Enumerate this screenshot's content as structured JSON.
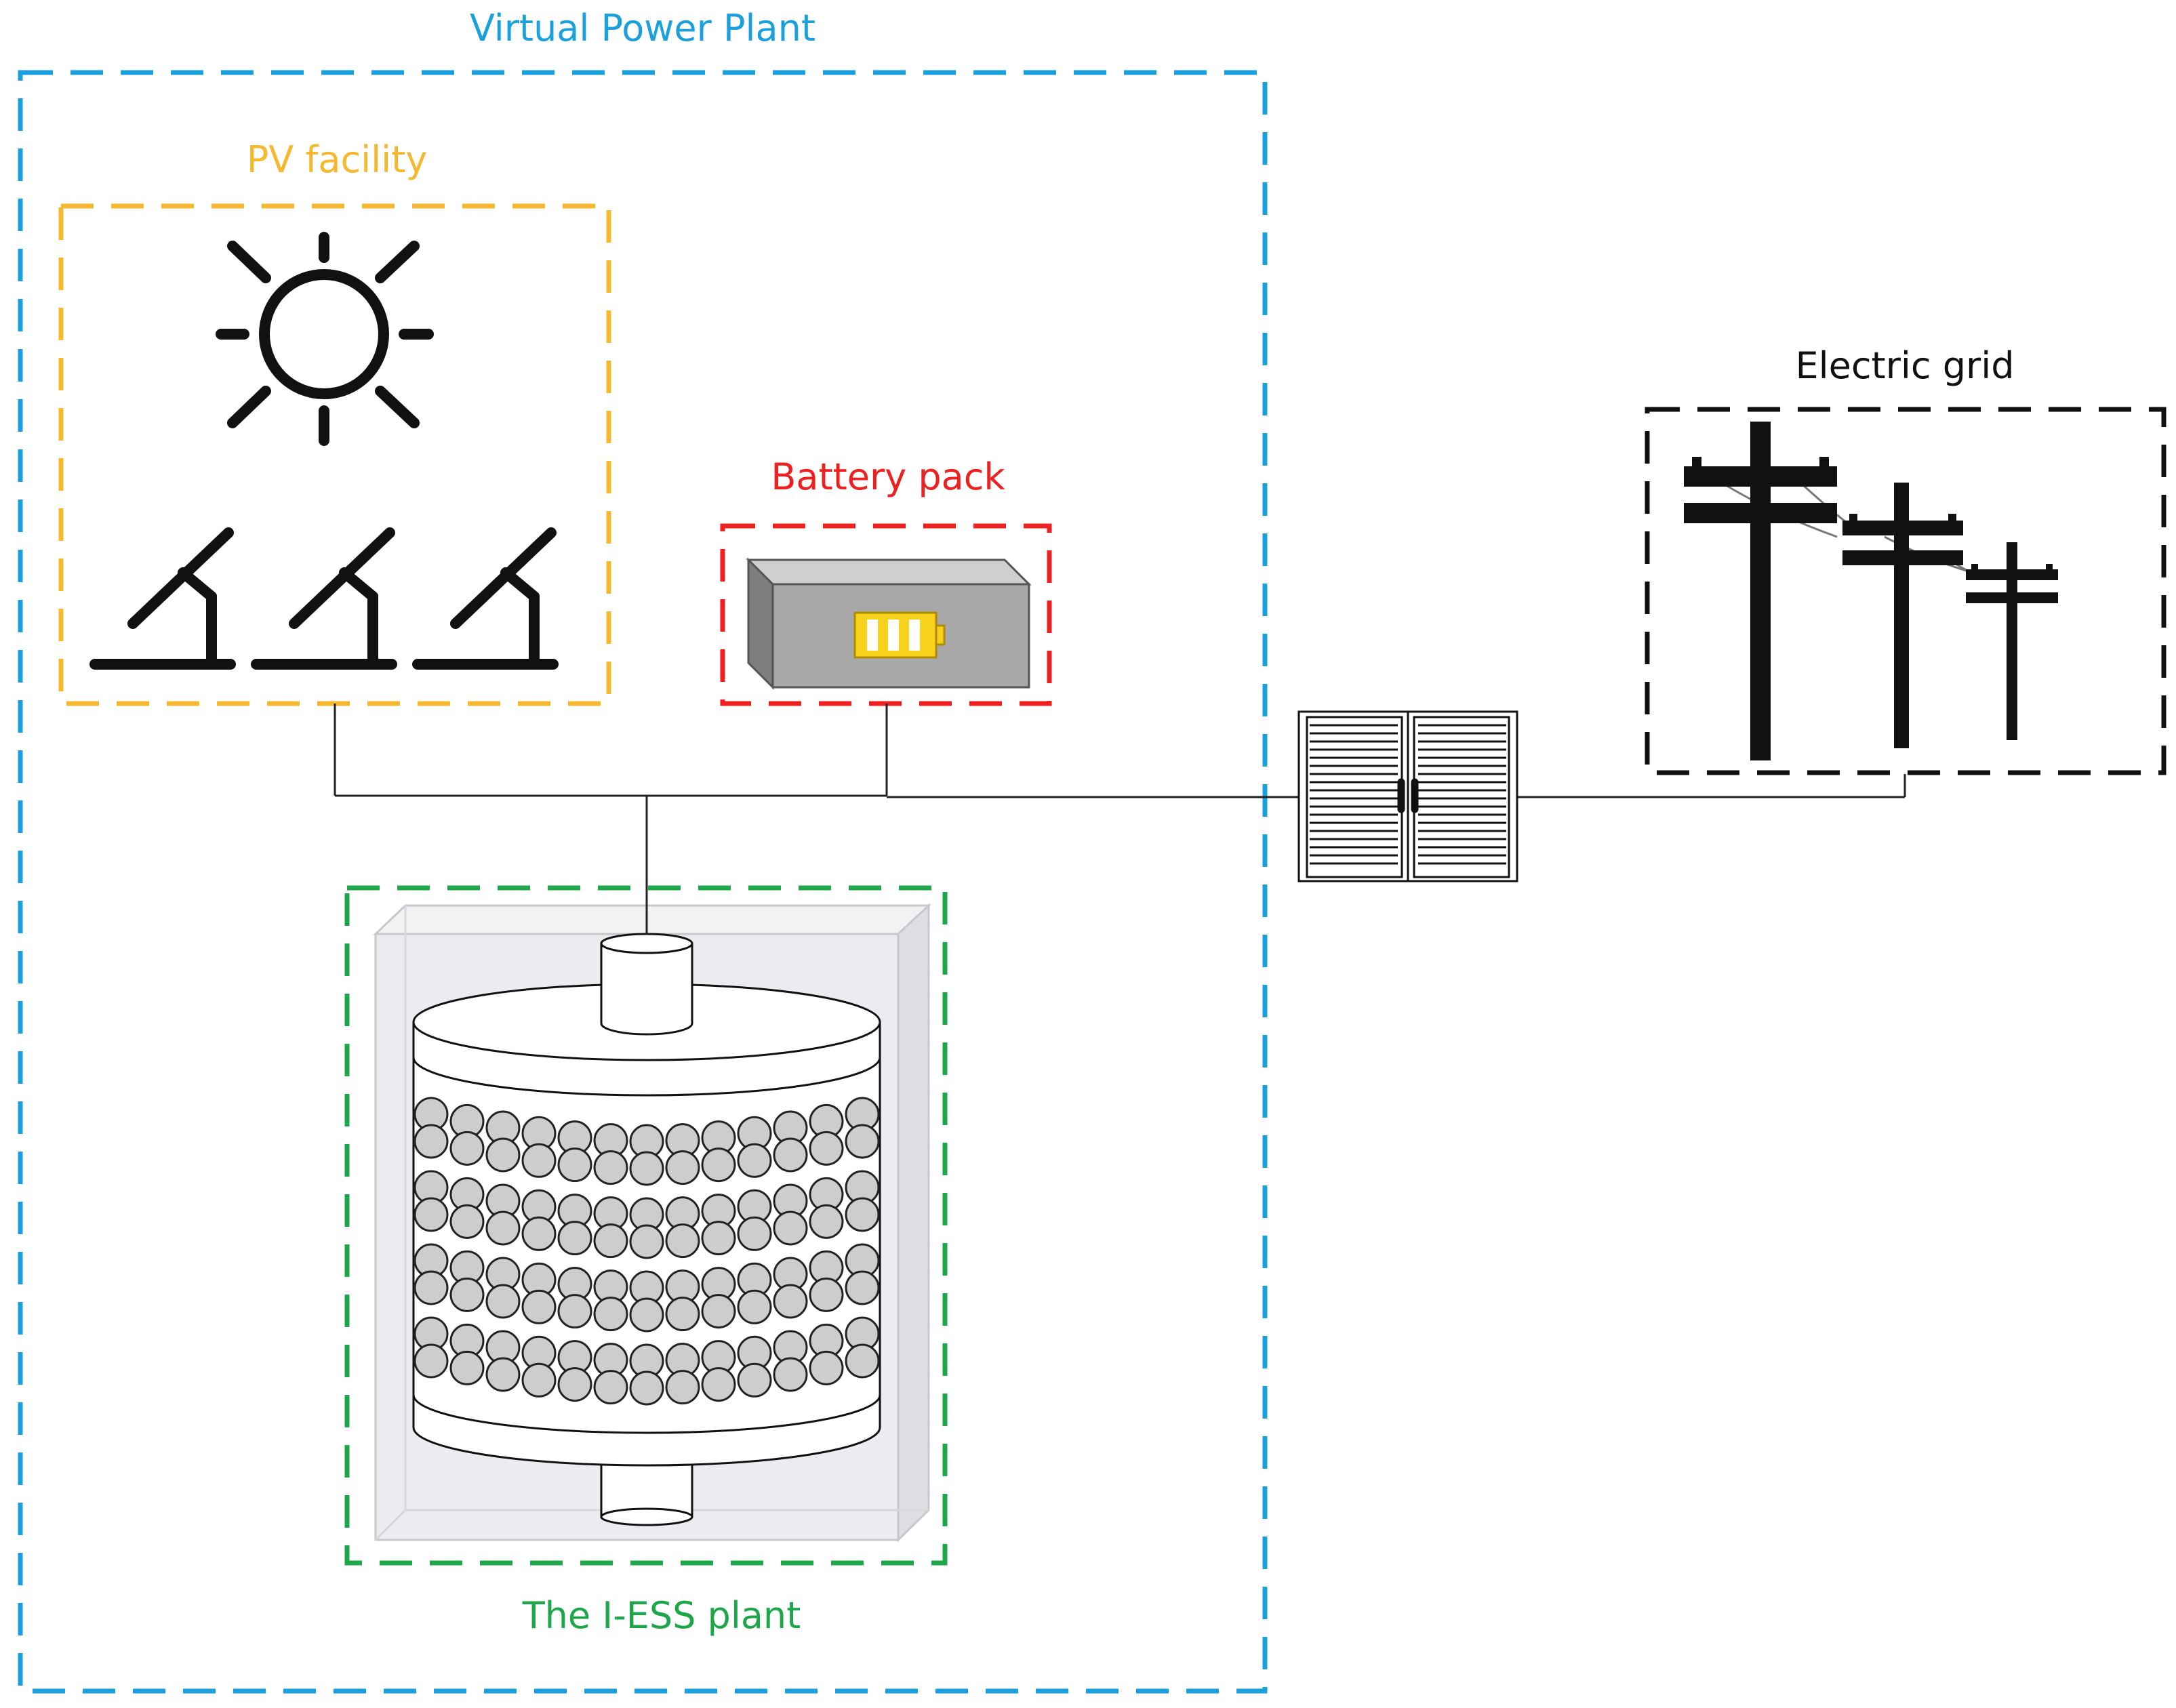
{
  "labels": {
    "vpp": "Virtual Power Plant",
    "pv": "PV facility",
    "battery": "Battery pack",
    "iess": "The I-ESS plant",
    "grid": "Electric grid"
  },
  "colors": {
    "vpp": "#1aa0dc",
    "pv": "#f5b82e",
    "battery": "#ee2020",
    "iess": "#1ea64a",
    "grid": "#111111",
    "pellet": "#cdcdcd",
    "tank_box": "#ececf0",
    "battery_body": "#a8a8a8",
    "battery_indicator": "#f7d21c"
  },
  "icons": {
    "sun": "sun-icon",
    "solar_panels": "solar-panel-icon",
    "battery": "battery-icon",
    "storage_tank": "storage-tank-icon",
    "inverter": "inverter-cabinet-icon",
    "power_poles": "power-pole-icon"
  }
}
